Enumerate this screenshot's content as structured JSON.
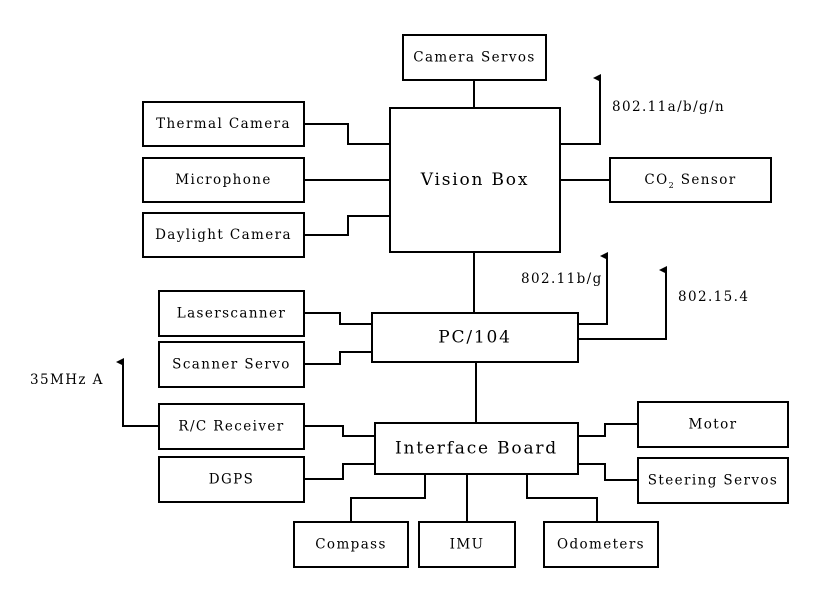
{
  "blocks": {
    "camera_servos": "Camera Servos",
    "thermal_camera": "Thermal Camera",
    "microphone": "Microphone",
    "daylight_camera": "Daylight Camera",
    "vision_box": "Vision Box",
    "co2_sensor_prefix": "CO",
    "co2_sensor_subscript": "2",
    "co2_sensor_suffix": " Sensor",
    "pc104": "PC/104",
    "laserscanner": "Laserscanner",
    "scanner_servo": "Scanner Servo",
    "rc_receiver": "R/C Receiver",
    "dgps": "DGPS",
    "interface_board": "Interface Board",
    "motor": "Motor",
    "steering_servos": "Steering Servos",
    "compass": "Compass",
    "imu": "IMU",
    "odometers": "Odometers"
  },
  "radio_links": {
    "wifi_abgn": "802.11a/b/g/n",
    "wifi_bg": "802.11b/g",
    "zigbee": "802.15.4",
    "rc_35mhz": "35MHz A"
  }
}
